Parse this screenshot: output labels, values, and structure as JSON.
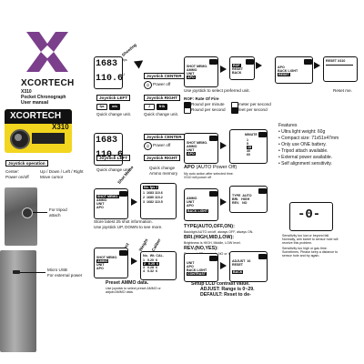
{
  "brand": {
    "name": "XCORTECH",
    "model": "X310",
    "product": "Pocket Chronograph",
    "manual": "User manual",
    "logo_text": "XCORTECH",
    "logo_model": "X310"
  },
  "colors": {
    "logo_purple": "#7b3f8c",
    "device_yellow": "#f2d51e"
  },
  "left_panel": {
    "joystick_title": "Joystick operation",
    "center_label": "Center:",
    "center_desc": "Power on/off",
    "dirs_label": "Up / Down / Left / Right",
    "dirs_desc": "Move cursor",
    "tripod_label": "For tripod",
    "tripod_label2": "attach",
    "usb_label": "Micro USB",
    "usb_label2": "For external power"
  },
  "top_section": {
    "lcd_value1": "1683",
    "lcd_value2": "110.6",
    "unit1": "fps",
    "unit2": "J",
    "shoot_label": "Shooting",
    "shoot_label2": "a shot",
    "joy_center": "Joystick CENTER",
    "power_off": "Power off",
    "joy_left": "Joystick LEFT",
    "joy_right": "Joystick RIGHT",
    "quick_change": "Quick change unit.",
    "quick_change2": "Quick change unit.",
    "unit_btns": [
      "fps",
      "m/s",
      "J",
      "ft·lb"
    ]
  },
  "menu1": {
    "rows": [
      "SHOT MEMO.",
      "AMMO",
      "UNIT",
      "APO"
    ],
    "use_joystick": "Use joystick to select preferred unit.",
    "rof_rows": [
      "ROF",
      "RESET",
      "BACK"
    ],
    "rof_title": "ROF: Rate Of Fire",
    "rpm_label": "Round per minute",
    "rps_label": "Round per second",
    "mps_label": "meter per second",
    "fps_label": "feet per second",
    "apo_rows": [
      "APO",
      "BACK LIGHT",
      "RESET"
    ],
    "reset_title": "RESET X310",
    "reset_me": "Reset me."
  },
  "second_section": {
    "lcd_value1": "1683",
    "lcd_value2": "110.6",
    "joy_center": "Joystick CENTER",
    "power_off": "Power off",
    "joy_left": "Joystick LEFT",
    "joy_right": "Joystick RIGHT",
    "quick_change": "Quick change unit.",
    "quick_change2": "Quick change",
    "ammo_memory": "Ammo memory",
    "apo_rows": [
      "SHOT MEMO.",
      "AMMO",
      "UNIT",
      "APO"
    ],
    "apo_minute_title": "MINUTE",
    "apo_minute_vals": [
      "1",
      "5",
      "15",
      "30",
      "60"
    ],
    "apo_title": "APO",
    "apo_desc": "(AUTO Power Off)",
    "apo_note1": "My auto action after selected time.",
    "apo_note2": "X310 will power off"
  },
  "features": {
    "title": "Features",
    "items": [
      "Ultra light weight: 60g",
      "Compact size: 71x51x47mm",
      "Only use ONE battery.",
      "Tripod attach available.",
      "External power available.",
      "Self alignment sensitivity."
    ]
  },
  "third_section": {
    "shot_memo_label": "Shot Memo",
    "table_head": [
      "No.",
      "fps",
      "J"
    ],
    "table_rows": [
      [
        "1",
        "1683",
        "110.6"
      ],
      [
        "2",
        "1680",
        "110.2"
      ],
      [
        "3",
        "1682",
        "110.5"
      ]
    ],
    "store_desc": "Store latest 25 shot information.",
    "store_desc2": "Use joystick UP, DOWN to see more.",
    "menu_rows": [
      "SHOT MEMO.",
      "AMMO",
      "UNIT",
      "APO",
      "BACK LIGHT"
    ],
    "type_rows": [
      "TYPE",
      "BRI.",
      "REV."
    ],
    "type_vals": [
      "AUTO",
      "HIGH",
      "NO"
    ],
    "type_title": "TYPE(AUTO,OFF,ON):",
    "type_desc": "Backlight AUTO on/off, always OFF, always ON.",
    "bri_title": "BRI.(HIGH,MID,LOW):",
    "bri_desc": "Brightness is HIGH, Middle, LOW level.",
    "rev_title": "REV.(NO,YES):",
    "rev_desc": "Reverse LCD screen is NO or YES.",
    "sensor_display": "-0-",
    "sensor_note1": "Sensitivity too low or beyond fall.",
    "sensor_note2": "Normally, aim barrel to sensor hole will",
    "sensor_note3": "receive this problem.",
    "sensor_note4": "Sensitivity too high or gas time.",
    "sensor_note5": "Sometimes, Please keep a distance to",
    "sensor_note6": "sensor hole and try again."
  },
  "fourth_section": {
    "weight_label": "Weight",
    "caliber_label": "Caliber",
    "select_label": "Select",
    "table_head": [
      "No.",
      "Wt.",
      "CAL."
    ],
    "table_rows": [
      [
        "1",
        "0.20",
        "6"
      ],
      [
        "2",
        "0.25",
        "6"
      ],
      [
        "3",
        "0.28",
        "6"
      ],
      [
        "4",
        "0.32",
        "6"
      ]
    ],
    "preset_title": "Preset AMMO data.",
    "preset_desc": "Use joystick to select preset AMMO or",
    "preset_desc2": "adjust AMMO data.",
    "menu_rows": [
      "UNIT",
      "APO",
      "BACK LIGHT",
      "CONTRAST"
    ],
    "adjust_label": "ADJUST",
    "adjust_value": "16",
    "reset_label": "RESET",
    "back_label": "BACK",
    "contrast_title": "Setup LCD contrast value.",
    "adjust_desc": "ADJUST: Range is 0~29.",
    "default_desc": "DEFAULT: Reset to de-"
  }
}
